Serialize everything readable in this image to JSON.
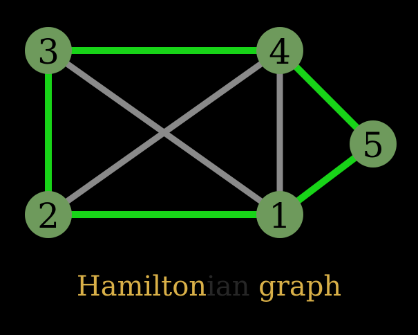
{
  "graph": {
    "nodes": [
      {
        "id": "1",
        "label": "1"
      },
      {
        "id": "2",
        "label": "2"
      },
      {
        "id": "3",
        "label": "3"
      },
      {
        "id": "4",
        "label": "4"
      },
      {
        "id": "5",
        "label": "5"
      }
    ],
    "edges": [
      {
        "from": "3",
        "to": "4",
        "in_cycle": true
      },
      {
        "from": "3",
        "to": "2",
        "in_cycle": true
      },
      {
        "from": "2",
        "to": "1",
        "in_cycle": true
      },
      {
        "from": "1",
        "to": "5",
        "in_cycle": true
      },
      {
        "from": "5",
        "to": "4",
        "in_cycle": true
      },
      {
        "from": "3",
        "to": "1",
        "in_cycle": false
      },
      {
        "from": "2",
        "to": "4",
        "in_cycle": false
      },
      {
        "from": "4",
        "to": "1",
        "in_cycle": false
      }
    ]
  },
  "caption": {
    "part1": "Hamilton",
    "part2": "ian",
    "part3": " graph"
  },
  "colors": {
    "background": "#000000",
    "node_fill": "#6e9a5c",
    "cycle_edge": "#18d418",
    "other_edge": "#8a8a8a",
    "label": "#000000",
    "caption": "#d9b048",
    "caption_faded": "#262626"
  }
}
